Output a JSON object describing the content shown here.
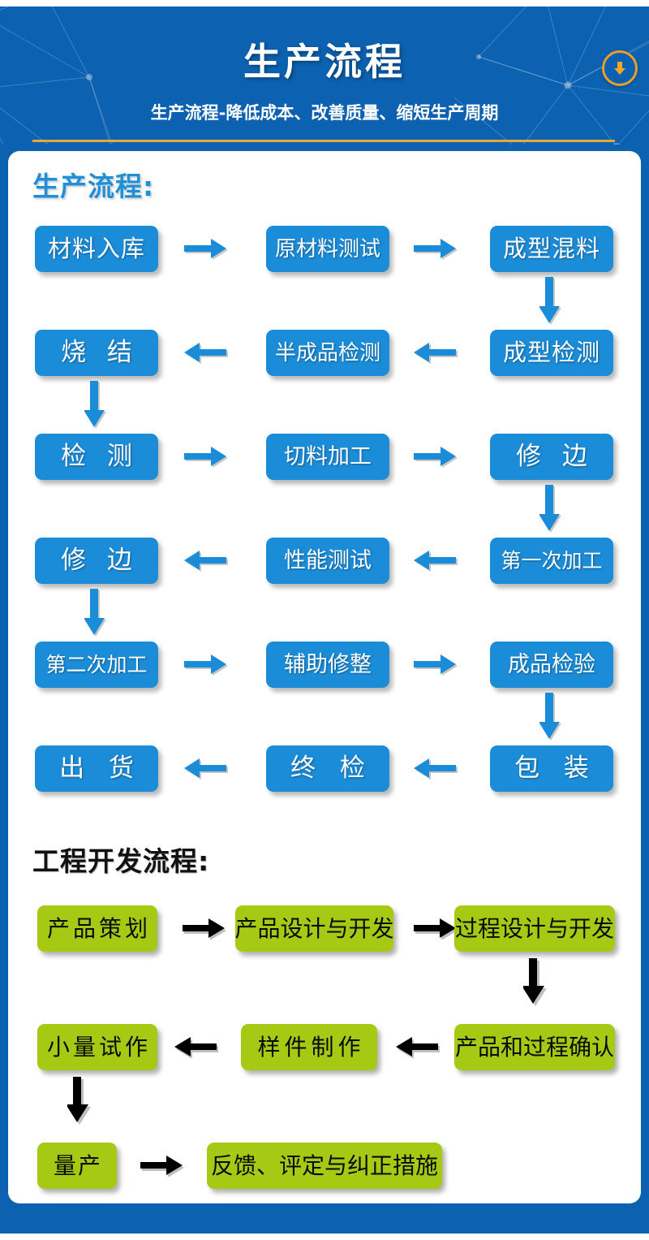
{
  "header": {
    "title": "生产流程",
    "subtitle": "生产流程-降低成本、改善质量、缩短生产周期",
    "download_icon": "download-arrow-icon",
    "accent_orange": "#e8a02a",
    "background_blue": "#0c61b0"
  },
  "sections": [
    {
      "id": "production",
      "heading": "生产流程:",
      "heading_color": "#1f8fd8",
      "node_color": "#1b8cd8",
      "node_text_color": "#ffffff",
      "arrow_color": "#1b8cd8",
      "nodes": [
        {
          "label": "材料入库",
          "row": 1,
          "col": 1
        },
        {
          "label": "原材料测试",
          "row": 1,
          "col": 2
        },
        {
          "label": "成型混料",
          "row": 1,
          "col": 3
        },
        {
          "label": "烧 结",
          "row": 2,
          "col": 1
        },
        {
          "label": "半成品检测",
          "row": 2,
          "col": 2
        },
        {
          "label": "成型检测",
          "row": 2,
          "col": 3
        },
        {
          "label": "检 测",
          "row": 3,
          "col": 1
        },
        {
          "label": "切料加工",
          "row": 3,
          "col": 2
        },
        {
          "label": "修 边",
          "row": 3,
          "col": 3
        },
        {
          "label": "修 边",
          "row": 4,
          "col": 1
        },
        {
          "label": "性能测试",
          "row": 4,
          "col": 2
        },
        {
          "label": "第一次加工",
          "row": 4,
          "col": 3
        },
        {
          "label": "第二次加工",
          "row": 5,
          "col": 1
        },
        {
          "label": "辅助修整",
          "row": 5,
          "col": 2
        },
        {
          "label": "成品检验",
          "row": 5,
          "col": 3
        },
        {
          "label": "出 货",
          "row": 6,
          "col": 1
        },
        {
          "label": "终 检",
          "row": 6,
          "col": 2
        },
        {
          "label": "包 装",
          "row": 6,
          "col": 3
        }
      ]
    },
    {
      "id": "engineering",
      "heading": "工程开发流程:",
      "heading_color": "#111111",
      "node_color": "#a6ca14",
      "node_text_color": "#0a0a0a",
      "arrow_color": "#000000",
      "nodes": [
        {
          "label": "产品策划",
          "row": 1,
          "col": 1
        },
        {
          "label": "产品设计与开发",
          "row": 1,
          "col": 2
        },
        {
          "label": "过程设计与开发",
          "row": 1,
          "col": 3
        },
        {
          "label": "小量试作",
          "row": 2,
          "col": 1
        },
        {
          "label": "样件制作",
          "row": 2,
          "col": 2
        },
        {
          "label": "产品和过程确认",
          "row": 2,
          "col": 3
        },
        {
          "label": "量产",
          "row": 3,
          "col": 1
        },
        {
          "label": "反馈、评定与纠正措施",
          "row": 3,
          "col": 2
        }
      ]
    }
  ]
}
